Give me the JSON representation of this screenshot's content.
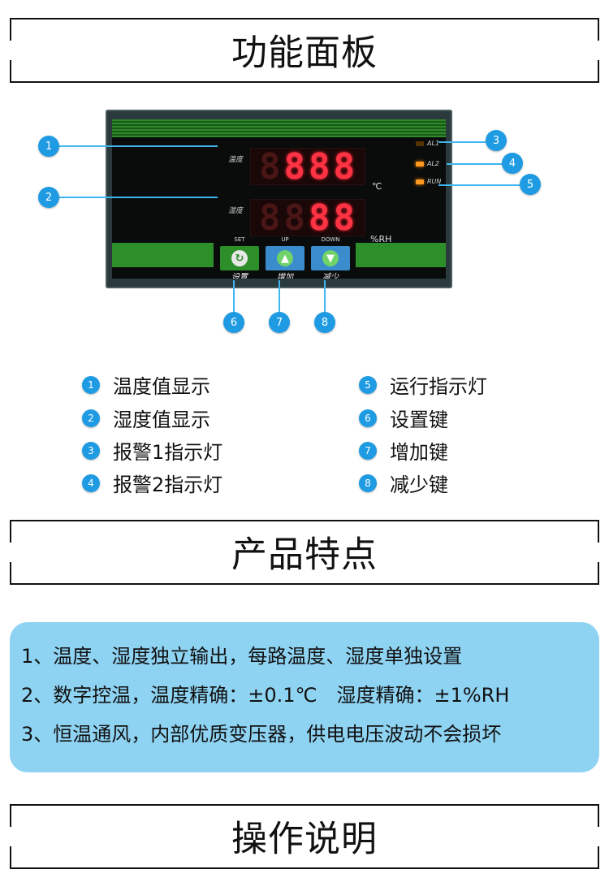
{
  "sections": {
    "panel_title": "功能面板",
    "features_title": "产品特点",
    "operation_title": "操作说明"
  },
  "device": {
    "label_top": "温度",
    "label_bottom": "湿度",
    "display_top": "8.8.8.8",
    "display_bottom": "8.8.8.8",
    "unit_top": "℃",
    "unit_bottom": "%RH",
    "leds": [
      "AL1",
      "AL2",
      "RUN"
    ],
    "keys": [
      {
        "top": "SET",
        "bottom": "设置"
      },
      {
        "top": "UP",
        "bottom": "增加"
      },
      {
        "top": "DOWN",
        "bottom": "减少"
      }
    ]
  },
  "markers": [
    "1",
    "2",
    "3",
    "4",
    "5",
    "6",
    "7",
    "8"
  ],
  "legend": [
    {
      "num": "1",
      "text": "温度值显示"
    },
    {
      "num": "2",
      "text": "湿度值显示"
    },
    {
      "num": "3",
      "text": "报警1指示灯"
    },
    {
      "num": "4",
      "text": "报警2指示灯"
    },
    {
      "num": "5",
      "text": "运行指示灯"
    },
    {
      "num": "6",
      "text": "设置键"
    },
    {
      "num": "7",
      "text": "增加键"
    },
    {
      "num": "8",
      "text": "减少键"
    }
  ],
  "features": [
    "1、温度、湿度独立输出，每路温度、湿度单独设置",
    "2、数字控温，温度精确：±0.1℃　湿度精确：±1%RH",
    "3、恒温通风，内部优质变压器，供电电压波动不会损坏"
  ],
  "colors": {
    "marker": "#1e9be3",
    "feature_box": "#8fd3f3",
    "digit_on": "#ff3344",
    "panel_green": "#2d8f2a"
  }
}
